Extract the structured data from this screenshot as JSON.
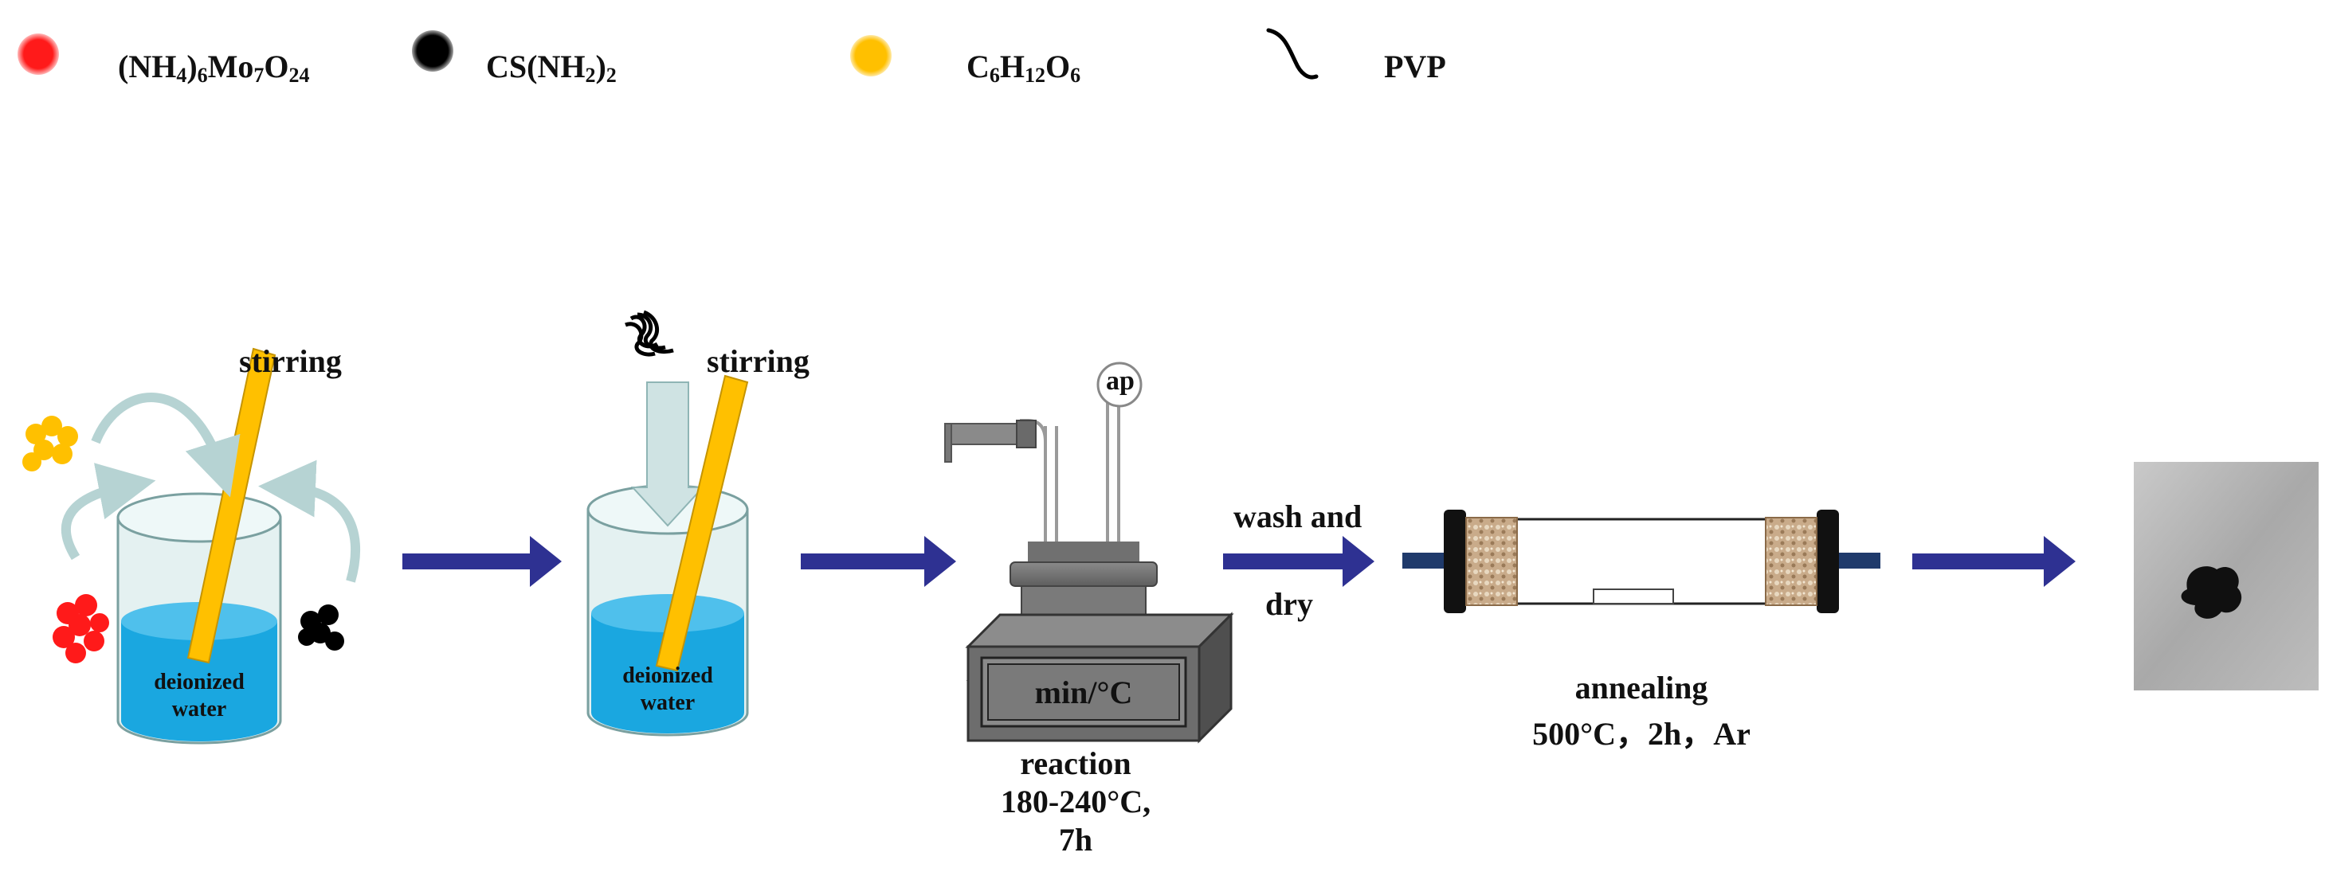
{
  "legend": [
    {
      "label": "(NH4)6Mo7O24",
      "icon": "red-dot-icon",
      "color": "#ff1a1a"
    },
    {
      "label": "CS(NH2)2",
      "icon": "black-dot-icon",
      "color": "#000000"
    },
    {
      "label": "C6H12O6",
      "icon": "yellow-dot-icon",
      "color": "#ffc000"
    },
    {
      "label": "PVP",
      "icon": "pvp-curve-icon",
      "color": "#000000"
    }
  ],
  "steps": {
    "stirring_1": "stirring",
    "water_1": {
      "line1": "deionized",
      "line2": "water"
    },
    "stirring_2": "stirring",
    "water_2": {
      "line1": "deionized",
      "line2": "water"
    },
    "gauge": "ap",
    "panel": "min/°C",
    "reaction": {
      "line1": "reaction",
      "line2": "180-240°C,",
      "line3": "7h"
    },
    "wash": {
      "line1": "wash and",
      "line2": "dry"
    },
    "annealing": {
      "line1": "annealing",
      "line2": "500°C，2h，Ar"
    }
  },
  "colors": {
    "arrow": "#2e3192",
    "water": "#1aa7e0",
    "rod": "#ffc000",
    "beaker": "#e4f1f1",
    "curved_arrow": "#b6d3d3"
  }
}
